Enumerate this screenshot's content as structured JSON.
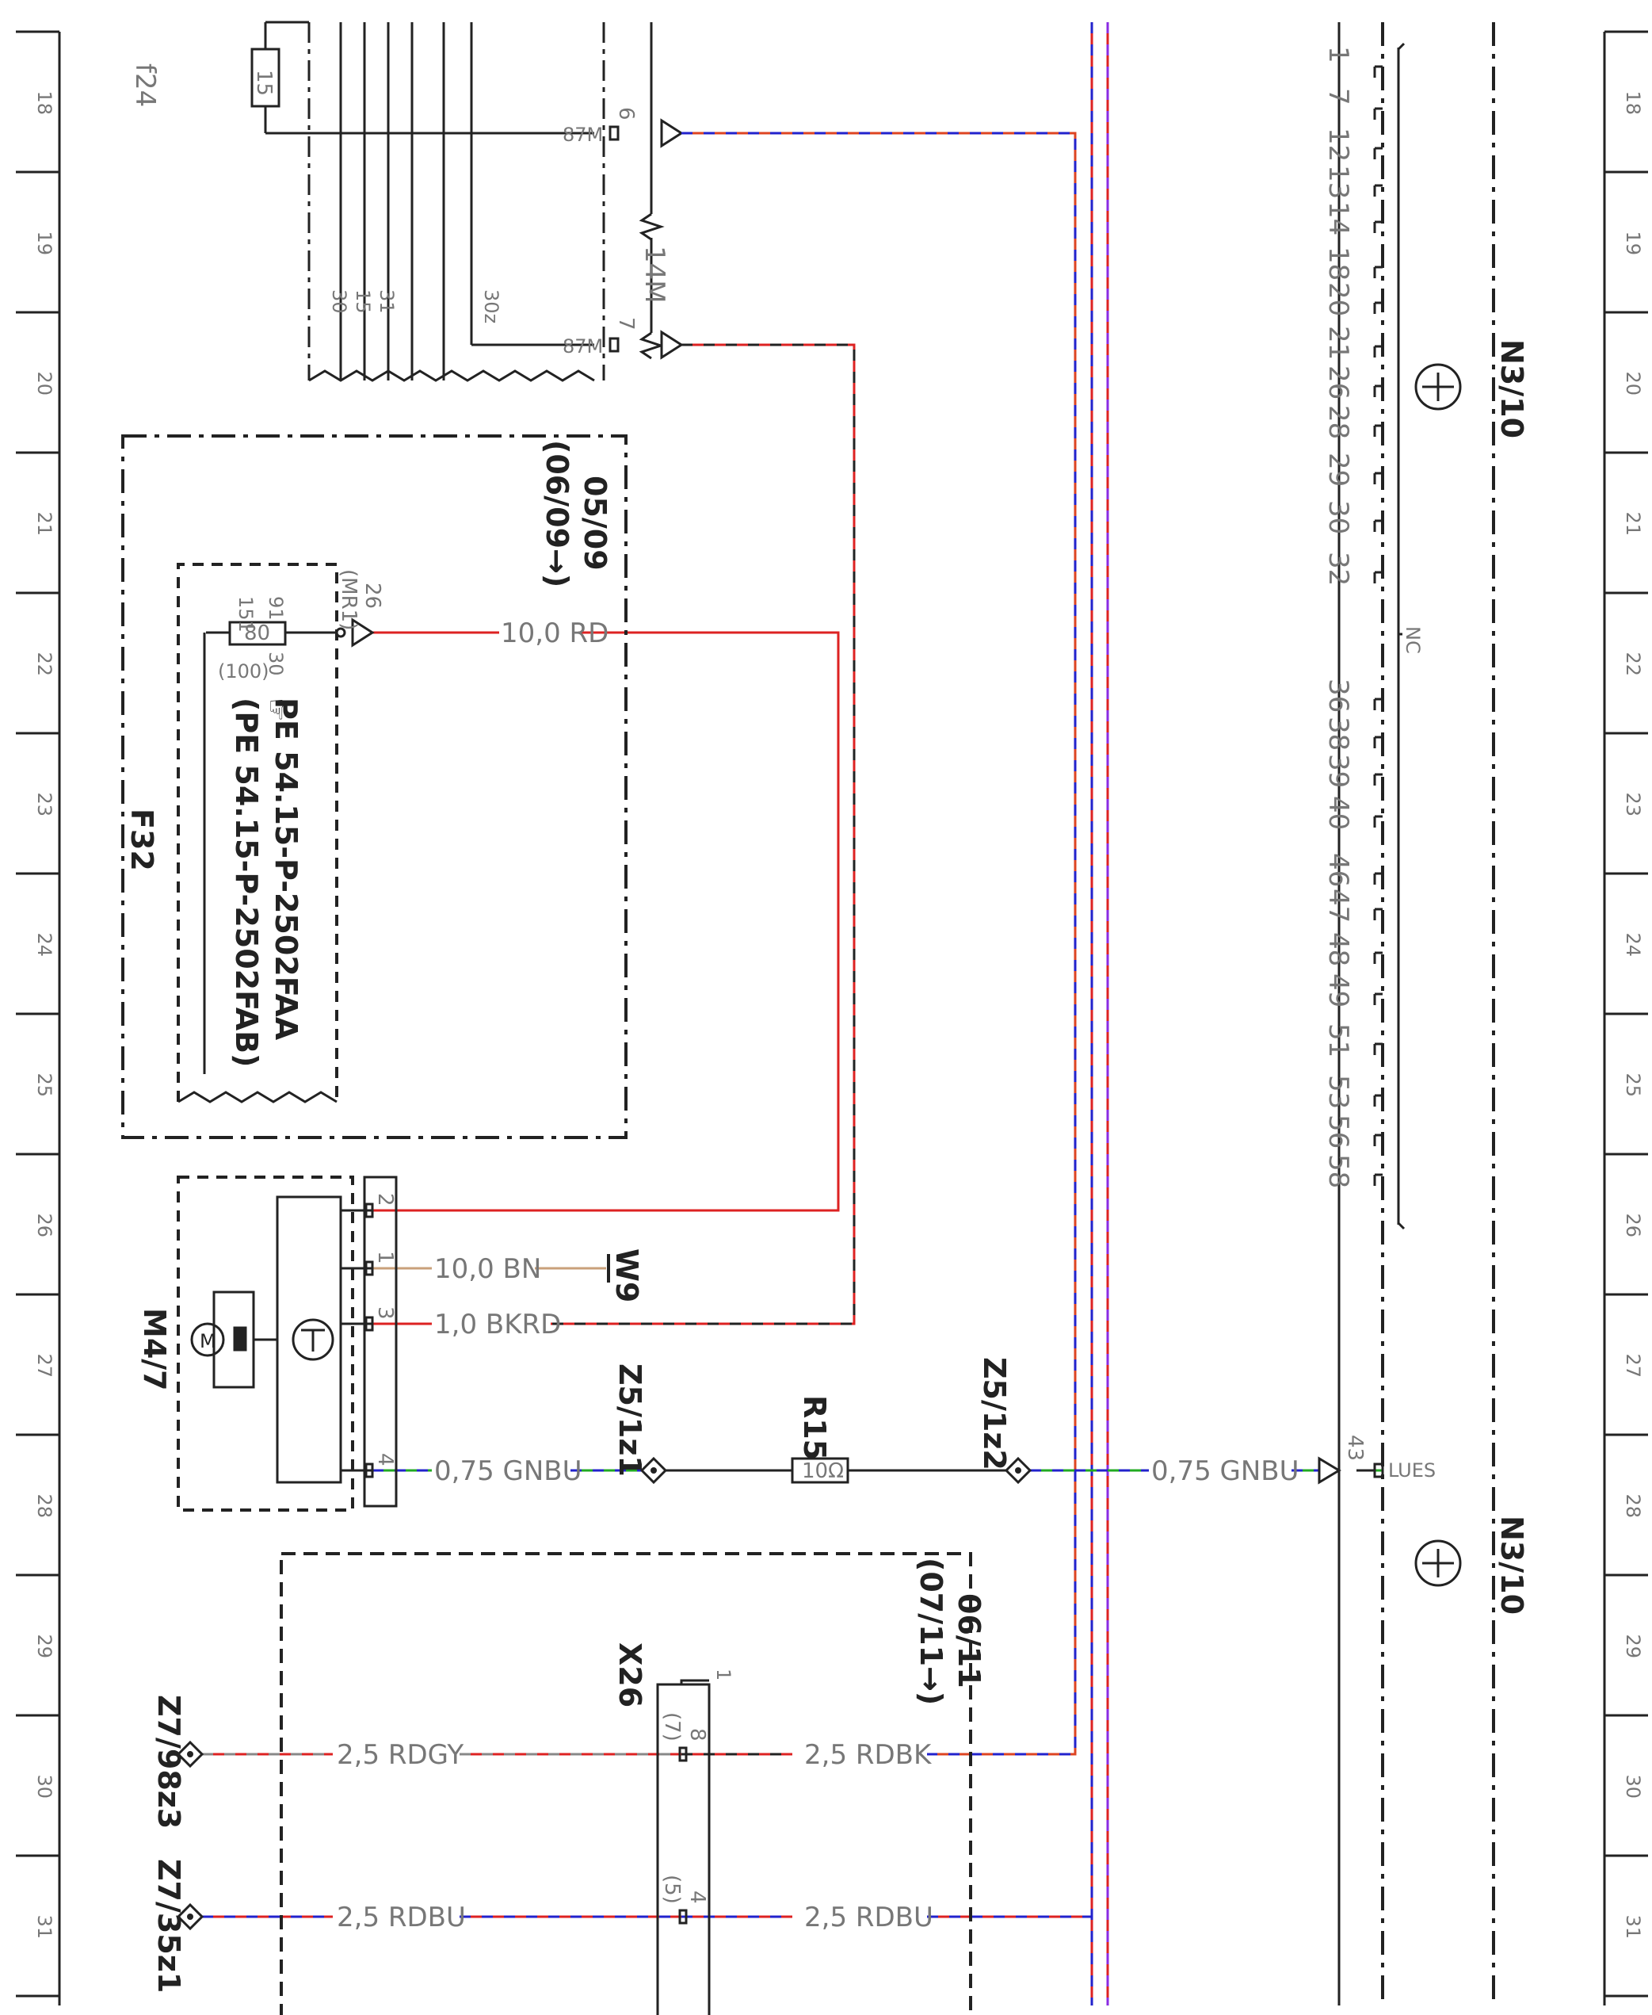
{
  "grid": {
    "rows": [
      "18",
      "19",
      "20",
      "21",
      "22",
      "23",
      "24",
      "25",
      "26",
      "27",
      "28",
      "29",
      "30",
      "31"
    ]
  },
  "top_block": {
    "sheet_ref": "f24",
    "fuse_value": "15",
    "terminal_a": "87M",
    "terminal_b": "87M",
    "pin_a": "6",
    "pin_b": "7",
    "bus_labels": [
      "30",
      "15",
      "31",
      "30z"
    ],
    "relay_label": "14M"
  },
  "f32": {
    "name": "F32",
    "date_from": "05/09",
    "date_range": "(06/09→)",
    "fuse_value": "80",
    "fuse_alt": "(100)",
    "fuse_pin_in": "151",
    "fuse_pin_out": "91",
    "fuse_pin_30": "30",
    "connector_pin": "26",
    "connector_note": "(MR1)",
    "pe_ref_1": "PE 54.15-P-2502FAA",
    "pe_ref_2": "(PE 54.15-P-2502FAB)"
  },
  "m4_7": {
    "name": "M4/7",
    "pins": [
      "2",
      "1",
      "3",
      "4"
    ]
  },
  "wires": {
    "rd_10": "10,0 RD",
    "bn_10": "10,0 BN",
    "bkrd_1": "1,0 BKRD",
    "gnbu_a": "0,75 GNBU",
    "gnbu_b": "0,75 GNBU",
    "rdgy": "2,5 RDGY",
    "rdbk": "2,5 RDBK",
    "rdbu_a": "2,5 RDBU",
    "rdbu_b": "2,5 RDBU"
  },
  "components": {
    "w9": "W9",
    "z5_1z1": "Z5/1z1",
    "z5_1z2": "Z5/1z2",
    "r15": "R15",
    "r15_value": "10Ω",
    "z7_98z3": "Z7/98z3",
    "z7_35z1": "Z7/35z1"
  },
  "x26": {
    "name": "X26",
    "date_from": "06/11",
    "date_range": "(07/11→)",
    "pin_top": "1",
    "pin_8": "8",
    "pin_8_alt": "(7)",
    "pin_4": "4",
    "pin_4_alt": "(5)"
  },
  "n3_10": {
    "name_top": "N3/10",
    "name_bottom": "N3/10",
    "pins": [
      "1",
      "7",
      "12",
      "13",
      "14",
      "18",
      "20",
      "21",
      "26",
      "28",
      "29",
      "30",
      "32",
      "36",
      "38",
      "39",
      "40",
      "46",
      "47",
      "48",
      "49",
      "51",
      "53",
      "56",
      "58"
    ],
    "nc_label": "NC",
    "pin_43": "43",
    "lues_label": "LUES"
  }
}
